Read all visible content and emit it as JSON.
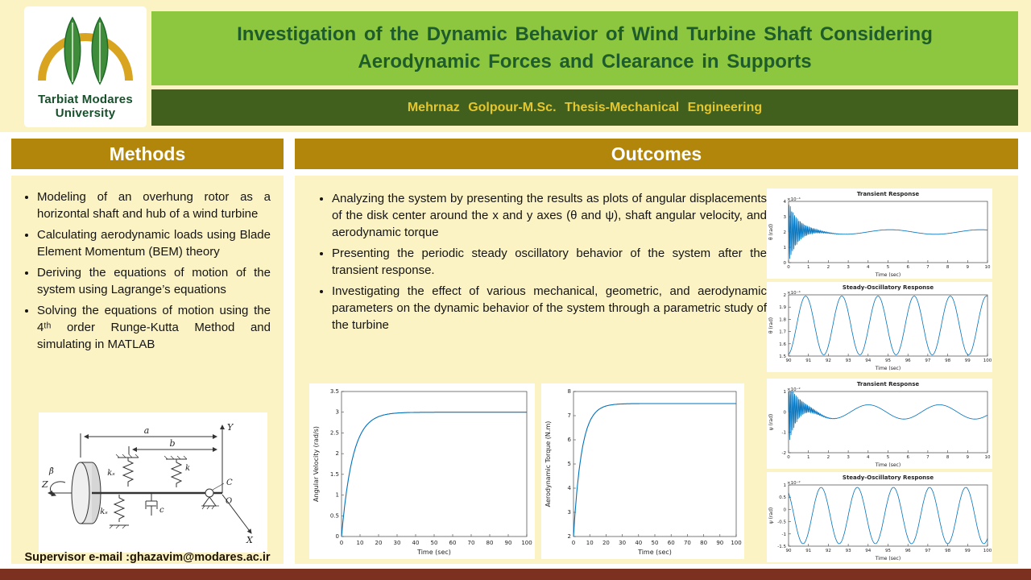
{
  "header": {
    "title": "Investigation of the Dynamic Behavior of Wind Turbine Shaft Considering\nAerodynamic Forces and Clearance in Supports",
    "subtitle": "Mehrnaz Golpour-M.Sc. Thesis-Mechanical Engineering",
    "logo": {
      "line1": "Tarbiat Modares",
      "line2": "University"
    }
  },
  "methods": {
    "heading": "Methods",
    "bullets": [
      "Modeling of an overhung rotor as a horizontal shaft and hub of a wind turbine",
      "Calculating aerodynamic loads using Blade Element Momentum (BEM) theory",
      "Deriving the equations of motion of the system using Lagrange’s equations",
      "Solving the equations of motion using the 4ᵗʰ order Runge-Kutta Method and simulating in MATLAB"
    ],
    "supervisor": "Supervisor e-mail :ghazavim@modares.ac.ir",
    "diagram_labels": {
      "y_axis": "Y",
      "z_axis": "Z",
      "x_axis": "X",
      "dim_a": "a",
      "dim_b": "b",
      "spring_ks_top": "kₛ",
      "spring_ks_bottom": "kₛ",
      "spring_k": "k",
      "damper_c": "c",
      "bearing_c": "C",
      "origin_o": "O",
      "beta_dot": "β̇"
    }
  },
  "outcomes": {
    "heading": "Outcomes",
    "bullets": [
      "Analyzing the system by presenting the results as plots of angular displacements of the disk center around the x and y axes (θ and ψ), shaft angular velocity, and aerodynamic torque",
      "Presenting the periodic steady oscillatory behavior of the system after the transient response.",
      "Investigating the effect of various mechanical, geometric, and aerodynamic parameters on the dynamic behavior of the system through a parametric study of the turbine"
    ]
  },
  "chart_data": [
    {
      "type": "line",
      "id": "angular-velocity",
      "title": "",
      "xlabel": "Time (sec)",
      "ylabel": "Angular Velocity (rad/s)",
      "xlim": [
        0,
        100
      ],
      "ylim": [
        0,
        3.5
      ],
      "xticks": [
        0,
        10,
        20,
        30,
        40,
        50,
        60,
        70,
        80,
        90,
        100
      ],
      "yticks": [
        0,
        0.5,
        1,
        1.5,
        2,
        2.5,
        3,
        3.5
      ],
      "line_color": "#0072BD",
      "series": [
        {
          "name": "shaft angular velocity",
          "model": "saturating",
          "y0": 0,
          "yf": 3.0,
          "tau": 6,
          "samples": 300
        }
      ]
    },
    {
      "type": "line",
      "id": "aerodynamic-torque",
      "title": "",
      "xlabel": "Time (sec)",
      "ylabel": "Aerodynamic Torque (N.m)",
      "xlim": [
        0,
        100
      ],
      "ylim": [
        2,
        8
      ],
      "xticks": [
        0,
        10,
        20,
        30,
        40,
        50,
        60,
        70,
        80,
        90,
        100
      ],
      "yticks": [
        2,
        3,
        4,
        5,
        6,
        7,
        8
      ],
      "line_color": "#0072BD",
      "series": [
        {
          "name": "aerodynamic torque",
          "model": "saturating",
          "y0": 2,
          "yf": 7.5,
          "tau": 5,
          "samples": 300
        }
      ]
    },
    {
      "type": "line",
      "id": "theta-transient",
      "title": "Transient Response",
      "exp_label": "×10⁻⁴",
      "xlabel": "Time (sec)",
      "ylabel": "θ (rad)",
      "xlim": [
        0,
        10
      ],
      "ylim": [
        0,
        4
      ],
      "xticks": [
        0,
        1,
        2,
        3,
        4,
        5,
        6,
        7,
        8,
        9,
        10
      ],
      "yticks": [
        0,
        1,
        2,
        3,
        4
      ],
      "line_color": "#0072BD",
      "series": [
        {
          "name": "theta transient",
          "model": "damped_osc",
          "mean": 2,
          "amp": 2,
          "tau": 0.5,
          "freq": 14,
          "slow_amp": 0.15,
          "slow_freq": 0.22,
          "samples": 900
        }
      ]
    },
    {
      "type": "line",
      "id": "theta-steady",
      "title": "Steady-Oscillatory Response",
      "exp_label": "×10⁻⁴",
      "xlabel": "Time (sec)",
      "ylabel": "θ (rad)",
      "xlim": [
        90,
        100
      ],
      "ylim": [
        1.5,
        2
      ],
      "xticks": [
        90,
        91,
        92,
        93,
        94,
        95,
        96,
        97,
        98,
        99,
        100
      ],
      "yticks": [
        1.5,
        1.6,
        1.7,
        1.8,
        1.9,
        2
      ],
      "line_color": "#0072BD",
      "series": [
        {
          "name": "theta steady",
          "model": "sine",
          "mean": 1.75,
          "amp": 0.24,
          "freq": 0.55,
          "phase": -1.4,
          "samples": 400
        }
      ]
    },
    {
      "type": "line",
      "id": "psi-transient",
      "title": "Transient Response",
      "exp_label": "×10⁻²",
      "xlabel": "Time (sec)",
      "ylabel": "ψ (rad)",
      "xlim": [
        0,
        10
      ],
      "ylim": [
        -2,
        1
      ],
      "xticks": [
        0,
        1,
        2,
        3,
        4,
        5,
        6,
        7,
        8,
        9,
        10
      ],
      "yticks": [
        -2,
        -1,
        0,
        1
      ],
      "line_color": "#0072BD",
      "series": [
        {
          "name": "psi transient",
          "model": "damped_osc",
          "mean": 0,
          "amp": 1.6,
          "tau": 0.45,
          "freq": 14,
          "slow_amp": 0.35,
          "slow_freq": 0.28,
          "samples": 900
        }
      ]
    },
    {
      "type": "line",
      "id": "psi-steady",
      "title": "Steady-Oscillatory Response",
      "exp_label": "×10⁻²",
      "xlabel": "Time (sec)",
      "ylabel": "ψ (rad)",
      "xlim": [
        90,
        100
      ],
      "ylim": [
        -1.5,
        1
      ],
      "xticks": [
        90,
        91,
        92,
        93,
        94,
        95,
        96,
        97,
        98,
        99,
        100
      ],
      "yticks": [
        -1.5,
        -1,
        -0.5,
        0,
        0.5,
        1
      ],
      "line_color": "#0072BD",
      "series": [
        {
          "name": "psi steady",
          "model": "sine",
          "mean": -0.25,
          "amp": 1.15,
          "freq": 0.55,
          "phase": 2.2,
          "samples": 400
        }
      ]
    }
  ]
}
